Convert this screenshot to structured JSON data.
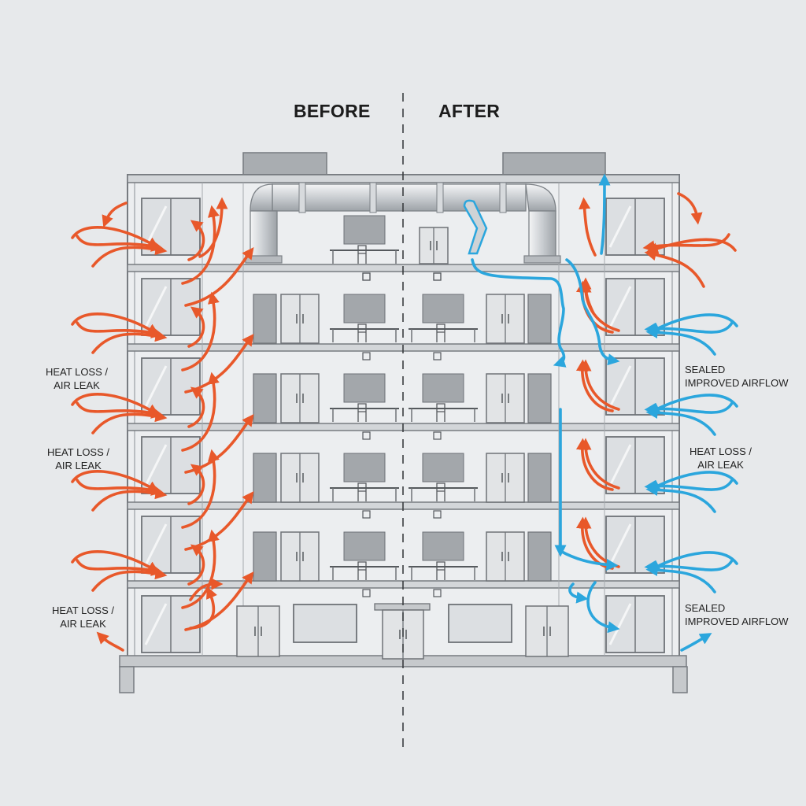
{
  "headers": {
    "before": "BEFORE",
    "after": "AFTER"
  },
  "labels": {
    "left": [
      {
        "line1": "HEAT LOSS /",
        "line2": "AIR LEAK"
      },
      {
        "line1": "HEAT LOSS /",
        "line2": "AIR LEAK"
      },
      {
        "line1": "HEAT LOSS /",
        "line2": "AIR LEAK"
      }
    ],
    "right": [
      {
        "line1": "SEALED",
        "line2": "IMPROVED AIRFLOW"
      },
      {
        "line1": "HEAT LOSS /",
        "line2": "AIR LEAK"
      },
      {
        "line1": "SEALED",
        "line2": "IMPROVED AIRFLOW"
      }
    ]
  },
  "colors": {
    "heat_loss_arrow": "#e8582a",
    "sealed_airflow_arrow": "#2ba6dd",
    "structure_line": "#777b80",
    "window_fill": "#dcdfe2",
    "background": "#e7e9eb"
  }
}
